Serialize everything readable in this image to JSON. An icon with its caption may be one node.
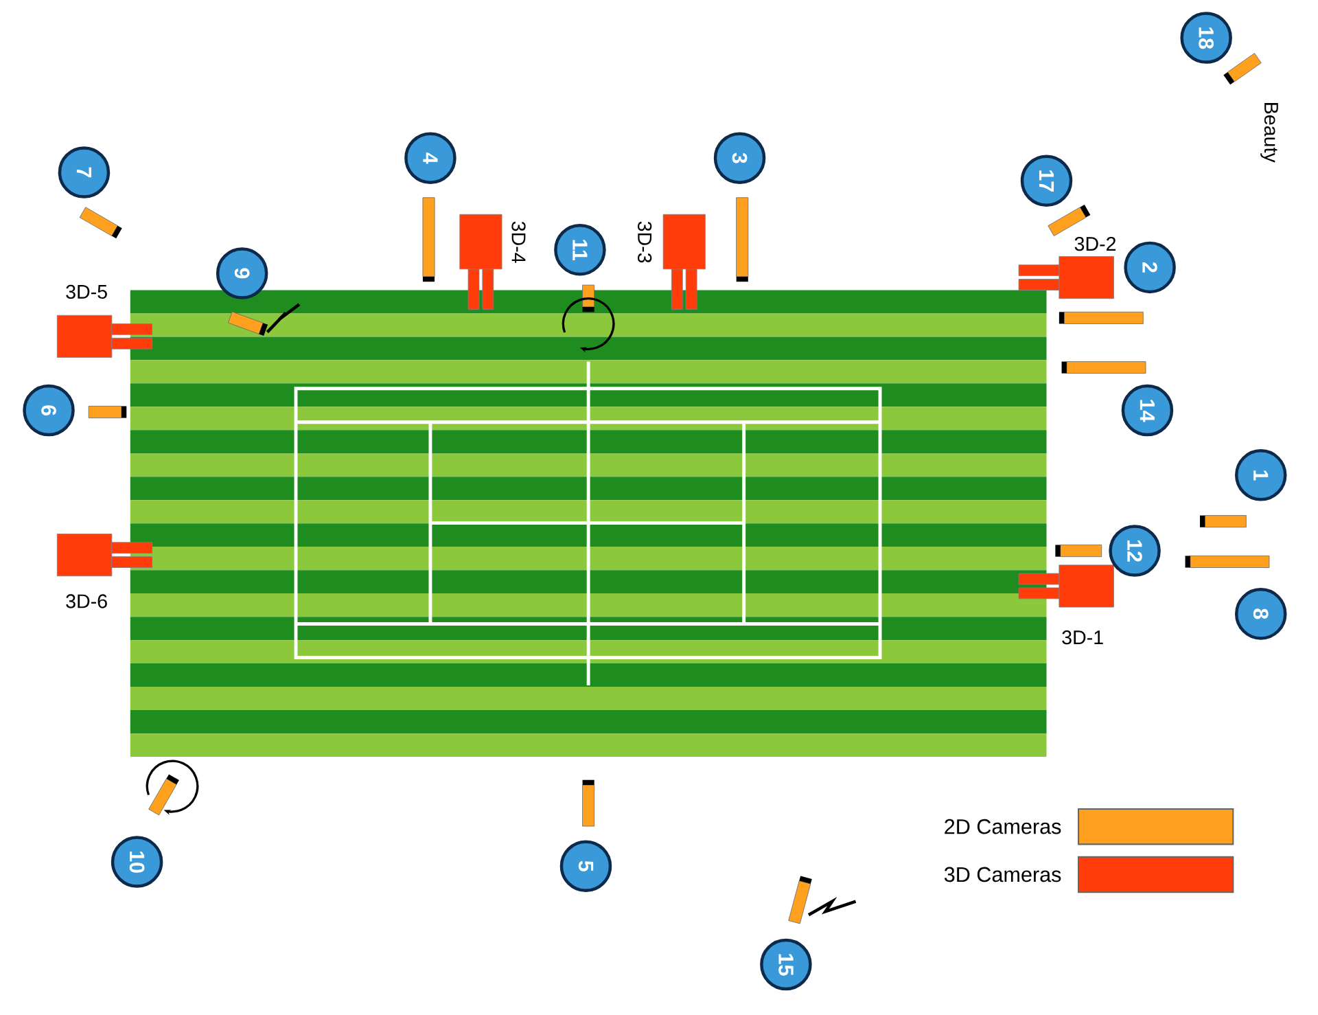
{
  "diagram": {
    "labels": [
      "18",
      "Beauty",
      "7",
      "4",
      "3",
      "17",
      "3D-2",
      "2",
      "11",
      "3D-4",
      "3D-3",
      "9",
      "3D-5",
      "6",
      "14",
      "1",
      "12",
      "8",
      "3D-6",
      "3D-1",
      "10",
      "5",
      "15"
    ],
    "legend": [
      {
        "text": "2D Cameras",
        "color": "#ffa01e"
      },
      {
        "text": "3D Cameras",
        "color": "#ff3c0a"
      }
    ]
  }
}
